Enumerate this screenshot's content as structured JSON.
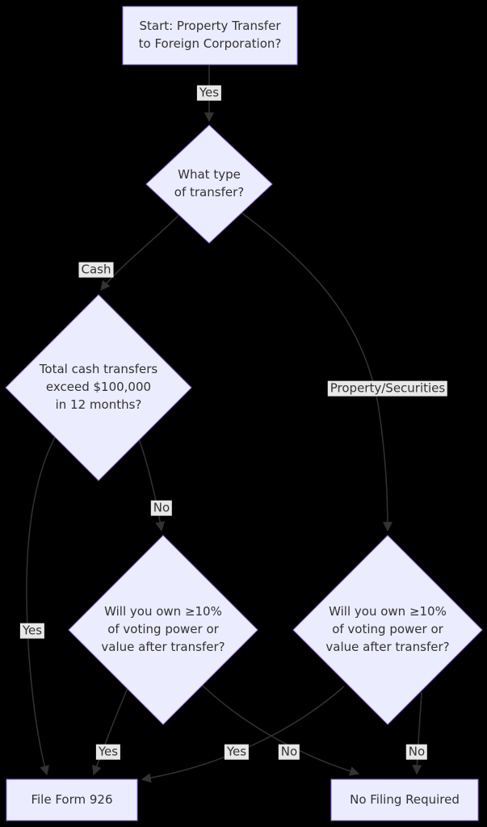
{
  "diagram": {
    "type": "flowchart",
    "colors": {
      "background": "#000000",
      "node_fill": "#ECECFF",
      "node_border": "#9370DB",
      "edge_stroke": "#333333",
      "edge_label_bg": "#E8E8E8",
      "text": "#333333"
    },
    "nodes": {
      "start": {
        "label": "Start: Property Transfer\nto Foreign Corporation?",
        "shape": "rect"
      },
      "transfer_type": {
        "label": "What type\nof transfer?",
        "shape": "diamond"
      },
      "cash_threshold": {
        "label": "Total cash transfers\nexceed $100,000\nin 12 months?",
        "shape": "diamond"
      },
      "ownership_left": {
        "label": "Will you own ≥10%\nof voting power or\nvalue after transfer?",
        "shape": "diamond"
      },
      "ownership_right": {
        "label": "Will you own ≥10%\nof voting power or\nvalue after transfer?",
        "shape": "diamond"
      },
      "file_form_926": {
        "label": "File Form 926",
        "shape": "rect"
      },
      "no_filing": {
        "label": "No Filing Required",
        "shape": "rect"
      }
    },
    "edges": [
      {
        "from": "start",
        "to": "transfer_type",
        "label": "Yes"
      },
      {
        "from": "transfer_type",
        "to": "cash_threshold",
        "label": "Cash"
      },
      {
        "from": "transfer_type",
        "to": "ownership_right",
        "label": "Property/Securities"
      },
      {
        "from": "cash_threshold",
        "to": "file_form_926",
        "label": "Yes"
      },
      {
        "from": "cash_threshold",
        "to": "ownership_left",
        "label": "No"
      },
      {
        "from": "ownership_left",
        "to": "file_form_926",
        "label": "Yes"
      },
      {
        "from": "ownership_left",
        "to": "no_filing",
        "label": "No"
      },
      {
        "from": "ownership_right",
        "to": "file_form_926",
        "label": "Yes"
      },
      {
        "from": "ownership_right",
        "to": "no_filing",
        "label": "No"
      }
    ]
  }
}
